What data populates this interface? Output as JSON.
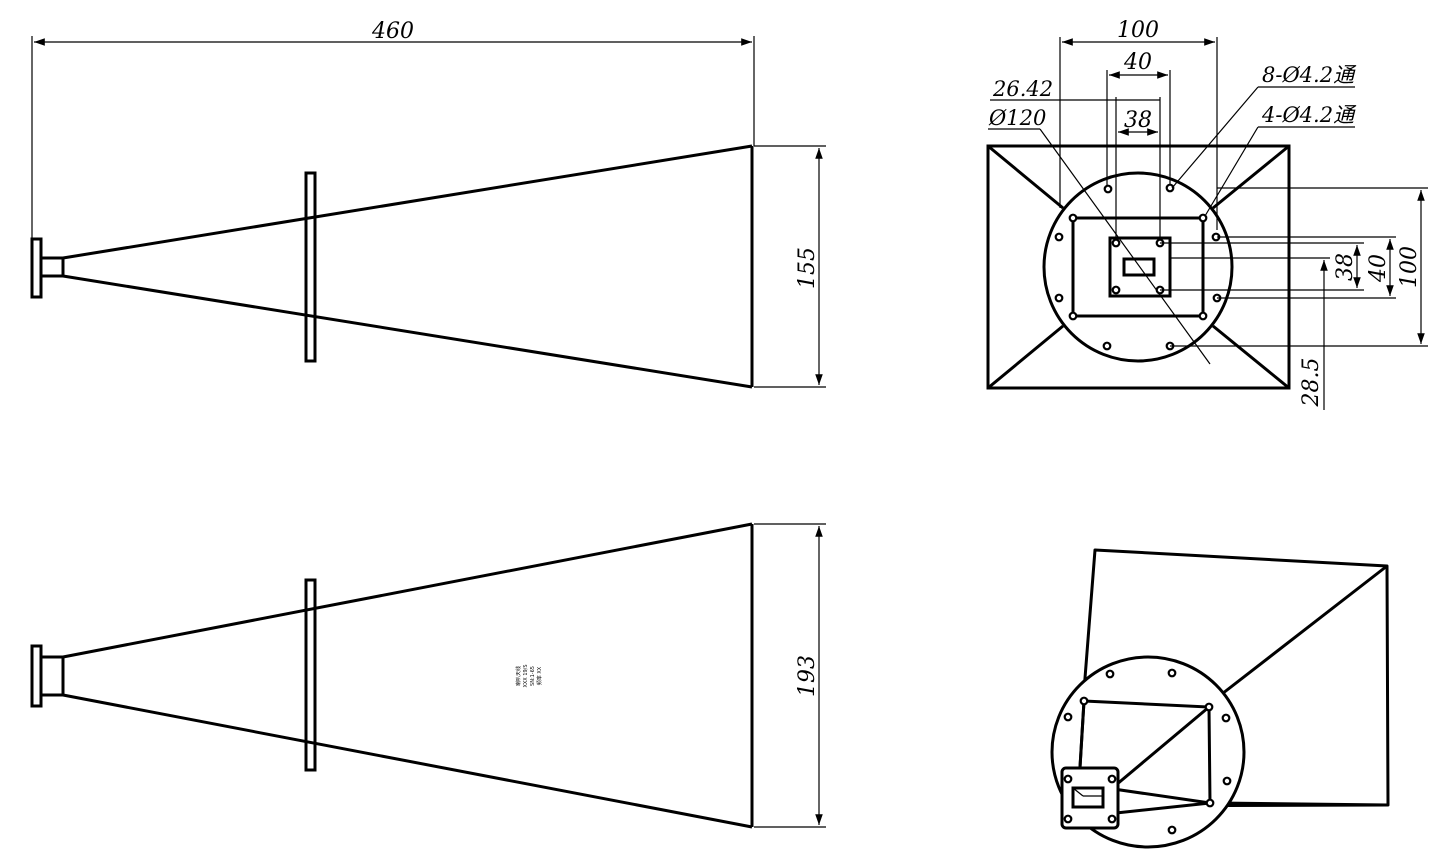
{
  "views": {
    "side_top": {
      "overall_length": "460",
      "aperture_height": "155"
    },
    "side_bottom": {
      "aperture_width": "193",
      "nameplate": [
        "喇叭天线",
        "XXX 19/S",
        "SN:1-65",
        "频率 XX"
      ]
    },
    "front": {
      "width_100": "100",
      "width_40": "40",
      "width_38": "38",
      "height_100": "100",
      "height_40": "40",
      "height_38": "38",
      "offset_26_42": "26.42",
      "dia_120": "Ø120",
      "holes_8": "8-Ø4.2通",
      "holes_4": "4-Ø4.2通",
      "offset_28_5": "28.5"
    }
  },
  "colors": {
    "line": "#000000",
    "paper": "#ffffff"
  }
}
